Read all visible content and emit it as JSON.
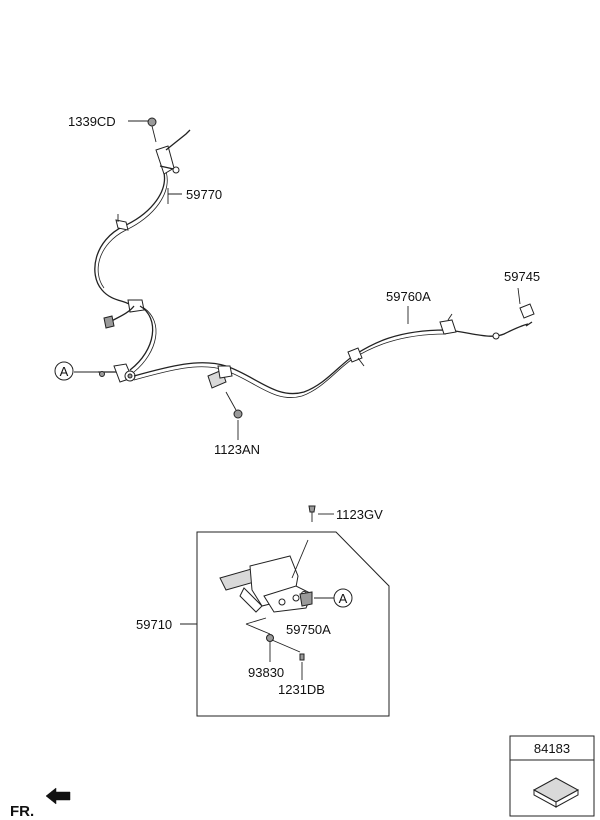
{
  "labels": {
    "p1339CD": "1339CD",
    "p59770": "59770",
    "p59745": "59745",
    "p59760A": "59760A",
    "p1123AN": "1123AN",
    "p1123GV": "1123GV",
    "p59710": "59710",
    "p59750A": "59750A",
    "p93830": "93830",
    "p1231DB": "1231DB",
    "p84183": "84183"
  },
  "callouts": {
    "a_left": "A",
    "a_right": "A"
  },
  "direction": {
    "front": "FR."
  },
  "icons": {
    "arrow": "front-direction-arrow-icon",
    "pad": "pad-icon"
  }
}
